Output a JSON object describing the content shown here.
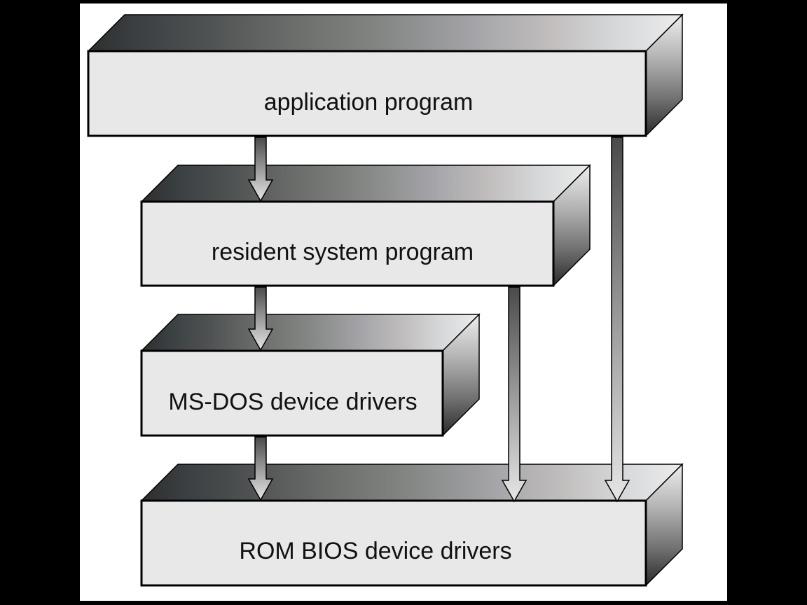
{
  "diagram": {
    "colors": {
      "background": "#000000",
      "panel": "#ffffff",
      "box_face": "#e8e8e8",
      "outline": "#000000",
      "text": "#111111"
    },
    "layers": [
      {
        "id": "application-program",
        "label": "application program"
      },
      {
        "id": "resident-system-program",
        "label": "resident system program"
      },
      {
        "id": "ms-dos-device-drivers",
        "label": "MS-DOS device drivers"
      },
      {
        "id": "rom-bios-device-drivers",
        "label": "ROM BIOS device drivers"
      }
    ],
    "arrows": [
      {
        "from": "application-program",
        "to": "resident-system-program"
      },
      {
        "from": "application-program",
        "to": "rom-bios-device-drivers"
      },
      {
        "from": "resident-system-program",
        "to": "ms-dos-device-drivers"
      },
      {
        "from": "resident-system-program",
        "to": "rom-bios-device-drivers"
      },
      {
        "from": "ms-dos-device-drivers",
        "to": "rom-bios-device-drivers"
      }
    ]
  }
}
